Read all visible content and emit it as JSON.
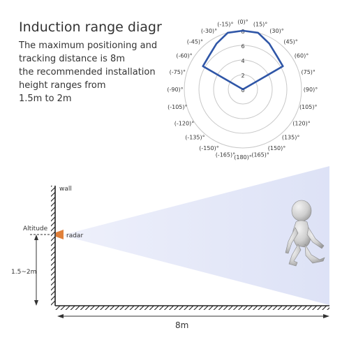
{
  "heading": {
    "title": "Induction range diagr",
    "lines": [
      "The maximum positioning and",
      "tracking distance is 8m",
      "the recommended installation",
      "height ranges from",
      "1.5m to 2m"
    ]
  },
  "polar": {
    "angle_labels": [
      "(0)°",
      "(15)°",
      "(30)°",
      "(45)°",
      "(60)°",
      "(75)°",
      "(90)°",
      "(105)°",
      "(120)°",
      "(135)°",
      "(150)°",
      "(165)°",
      "(180)°",
      "(-165)°",
      "(-150)°",
      "(-135)°",
      "(-120)°",
      "(-105)°",
      "(-90)°",
      "(-75)°",
      "(-60)°",
      "(-45)°",
      "(-30)°",
      "(-15)°"
    ],
    "radial_labels": [
      "0",
      "2",
      "4",
      "6",
      "8"
    ],
    "colors": {
      "range_line": "#2f56a7",
      "grid": "#c8c8c8"
    }
  },
  "scene": {
    "wall_label": "wall",
    "altitude_label": "Altitude",
    "radar_label": "radar",
    "height_label": "1.5~2m",
    "distance_label": "8m",
    "colors": {
      "beam": "#dfe3f7",
      "radar": "#e0803a",
      "hatch": "#222222"
    }
  },
  "chart_data": {
    "type": "polar-line",
    "angles_deg": [
      -60,
      -45,
      -30,
      -15,
      0,
      15,
      30,
      45,
      60,
      -180
    ],
    "radii_m": [
      6.3,
      6.5,
      7.2,
      8,
      8,
      8,
      7.2,
      6.5,
      6.3,
      0
    ],
    "r_ticks": [
      0,
      2,
      4,
      6,
      8
    ],
    "rlim": [
      0,
      8
    ]
  }
}
